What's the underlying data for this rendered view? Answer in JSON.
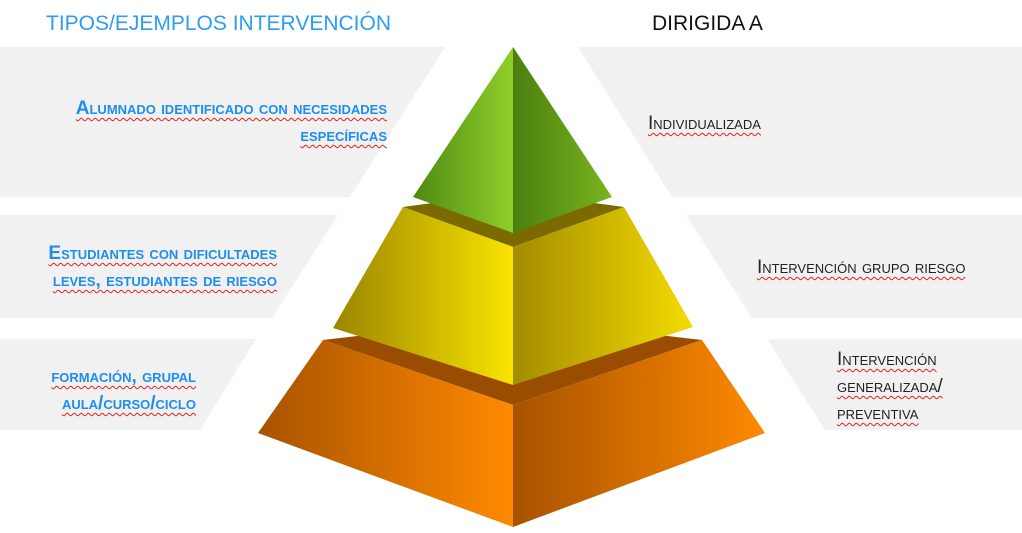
{
  "headers": {
    "left": "TIPOS/EJEMPLOS INTERVENCIÓN",
    "right": "DIRIGIDA A"
  },
  "levels": [
    {
      "tier": "top",
      "color": "#7dbb1f",
      "type": "Alumnado identificado con necesidades específicas",
      "target": "Individualizada"
    },
    {
      "tier": "middle",
      "color": "#f2dc00",
      "type": "Estudiantes con dificultades leves, estudiantes de riesgo",
      "target": "Intervención grupo riesgo"
    },
    {
      "tier": "base",
      "color": "#f58a00",
      "type": "formación, grupal aula/curso/ciclo",
      "target": "Intervención generalizada/ preventiva"
    }
  ]
}
